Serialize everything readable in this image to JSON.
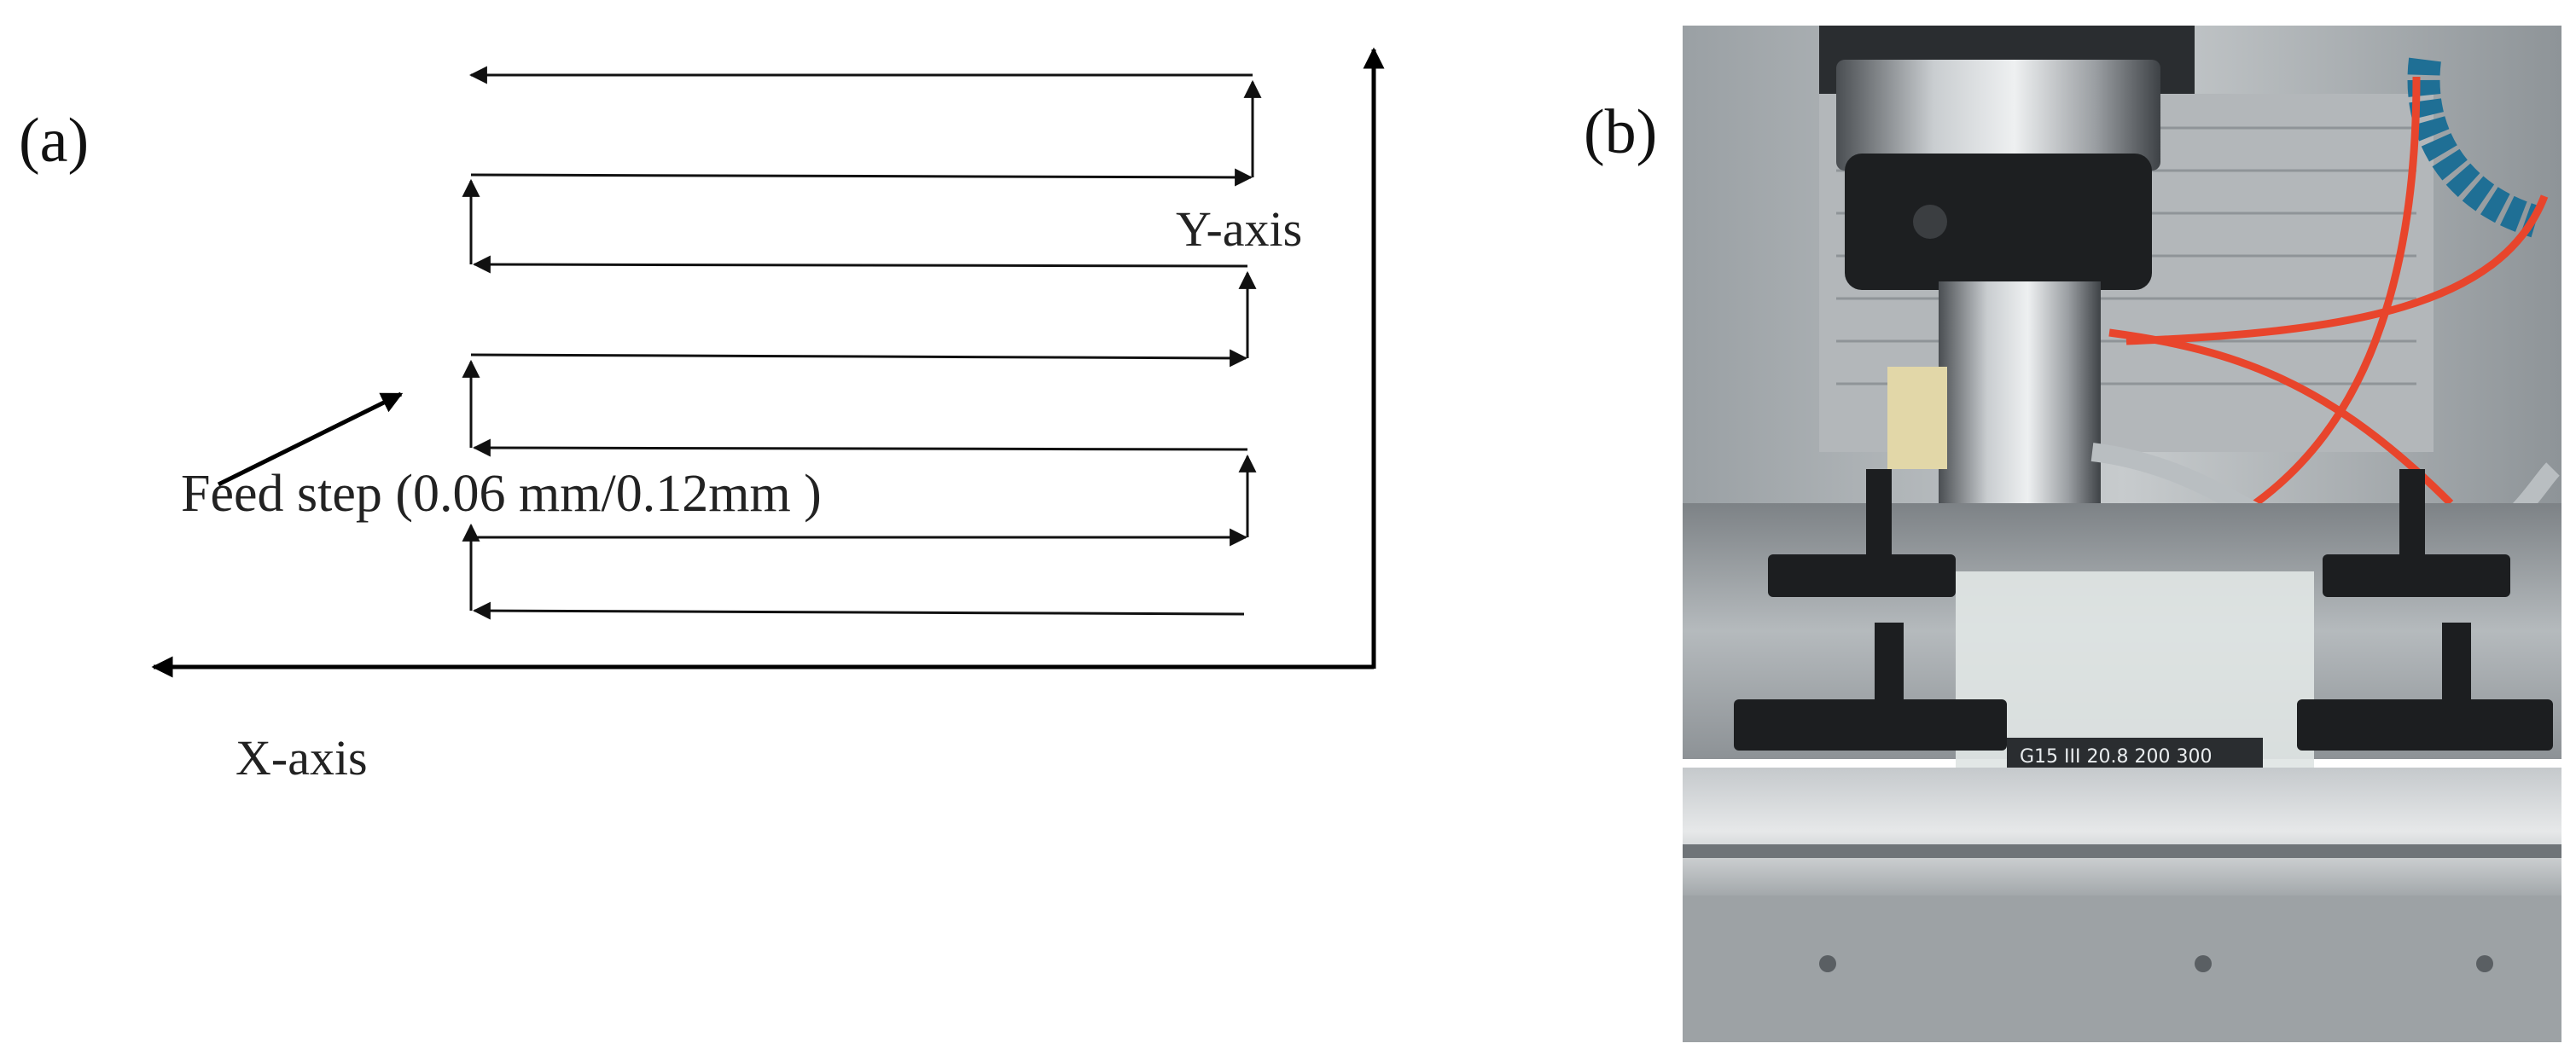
{
  "panels": {
    "a": {
      "label": "(a)"
    },
    "b": {
      "label": "(b)"
    }
  },
  "diagram": {
    "feed_step_label": "Feed step (0.06 mm/0.12mm )",
    "y_axis_label": "Y-axis",
    "x_axis_label": "X-axis"
  },
  "photo": {
    "workpiece_marking": "G15 III 20.8 200 300"
  },
  "colors": {
    "line": "#111111",
    "tube_red": "#e8452c",
    "coolant_blue": "#1f6f95",
    "indicator_green": "#1fa84a"
  }
}
